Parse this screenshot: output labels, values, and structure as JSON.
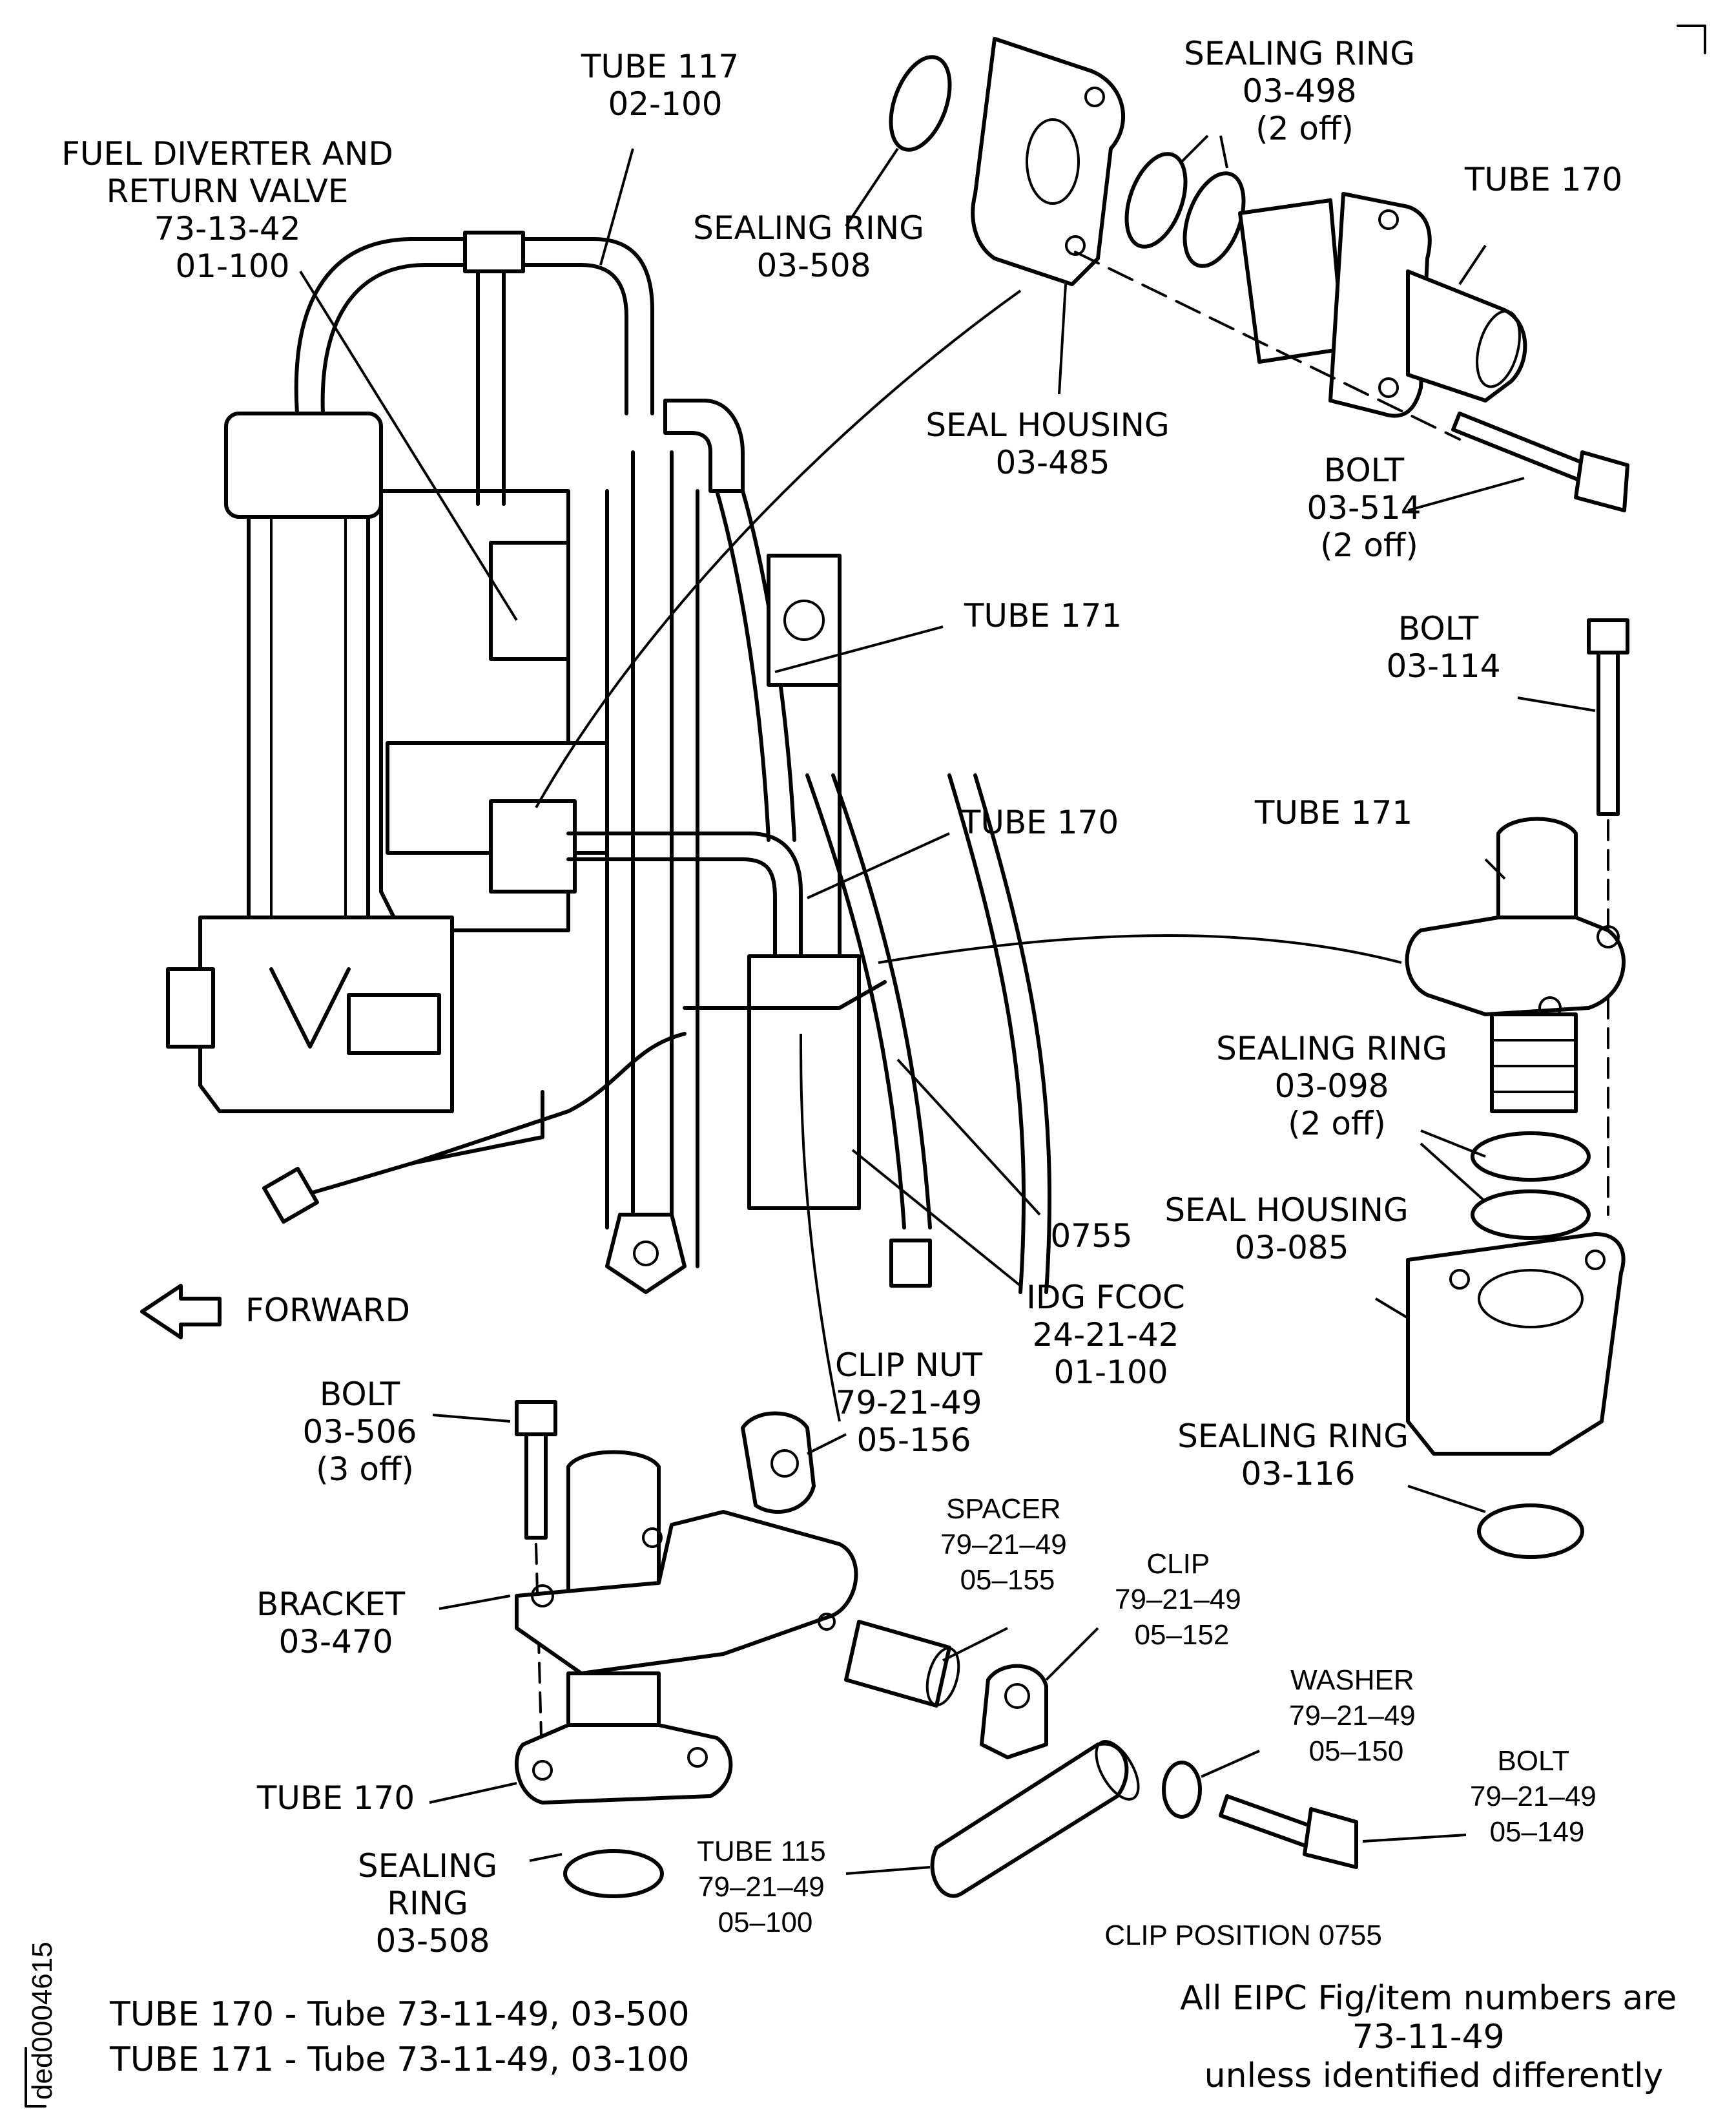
{
  "labels": {
    "tube117": [
      "TUBE 117",
      "02-100"
    ],
    "fuel_diverter": [
      "FUEL DIVERTER AND",
      "RETURN VALVE",
      "73-13-42",
      "01-100"
    ],
    "sealing_ring_508_top": [
      "SEALING RING",
      "03-508"
    ],
    "sealing_ring_498": [
      "SEALING RING",
      "03-498",
      "(2 off)"
    ],
    "tube170_top": [
      "TUBE 170"
    ],
    "seal_housing_485": [
      "SEAL HOUSING",
      "03-485"
    ],
    "bolt_514": [
      "BOLT",
      "03-514",
      "(2 off)"
    ],
    "tube171_mid": [
      "TUBE 171"
    ],
    "bolt_114": [
      "BOLT",
      "03-114"
    ],
    "tube170_mid": [
      "TUBE 170"
    ],
    "tube171_right": [
      "TUBE 171"
    ],
    "sealing_ring_098": [
      "SEALING RING",
      "03-098",
      "(2 off)"
    ],
    "seal_housing_085": [
      "SEAL HOUSING",
      "03-085"
    ],
    "clip_0755": [
      "0755"
    ],
    "forward": [
      "FORWARD"
    ],
    "idg_fcoc": [
      "IDG FCOC",
      "24-21-42",
      "01-100"
    ],
    "clip_nut": [
      "CLIP NUT",
      "79-21-49",
      "05-156"
    ],
    "sealing_ring_116": [
      "SEALING RING",
      "03-116"
    ],
    "bolt_506": [
      "BOLT",
      "03-506",
      "(3 off)"
    ],
    "spacer": [
      "SPACER",
      "79–21–49",
      "05–155"
    ],
    "clip": [
      "CLIP",
      "79–21–49",
      "05–152"
    ],
    "bracket": [
      "BRACKET",
      "03-470"
    ],
    "washer": [
      "WASHER",
      "79–21–49",
      "05–150"
    ],
    "bolt_149": [
      "BOLT",
      "79–21–49",
      "05–149"
    ],
    "tube170_bottom": [
      "TUBE 170"
    ],
    "sealing_ring_508_bottom": [
      "SEALING",
      "RING",
      "03-508"
    ],
    "tube115": [
      "TUBE 115",
      "79–21–49",
      "05–100"
    ],
    "clip_position": [
      "CLIP POSITION 0755"
    ]
  },
  "notes": {
    "legend_170": "TUBE 170 - Tube 73-11-49, 03-500",
    "legend_171": "TUBE 171 - Tube 73-11-49, 03-100",
    "eipc": [
      "All EIPC Fig/item numbers are",
      "73-11-49",
      "unless identified differently"
    ]
  },
  "drawing_id": "ded0004615"
}
